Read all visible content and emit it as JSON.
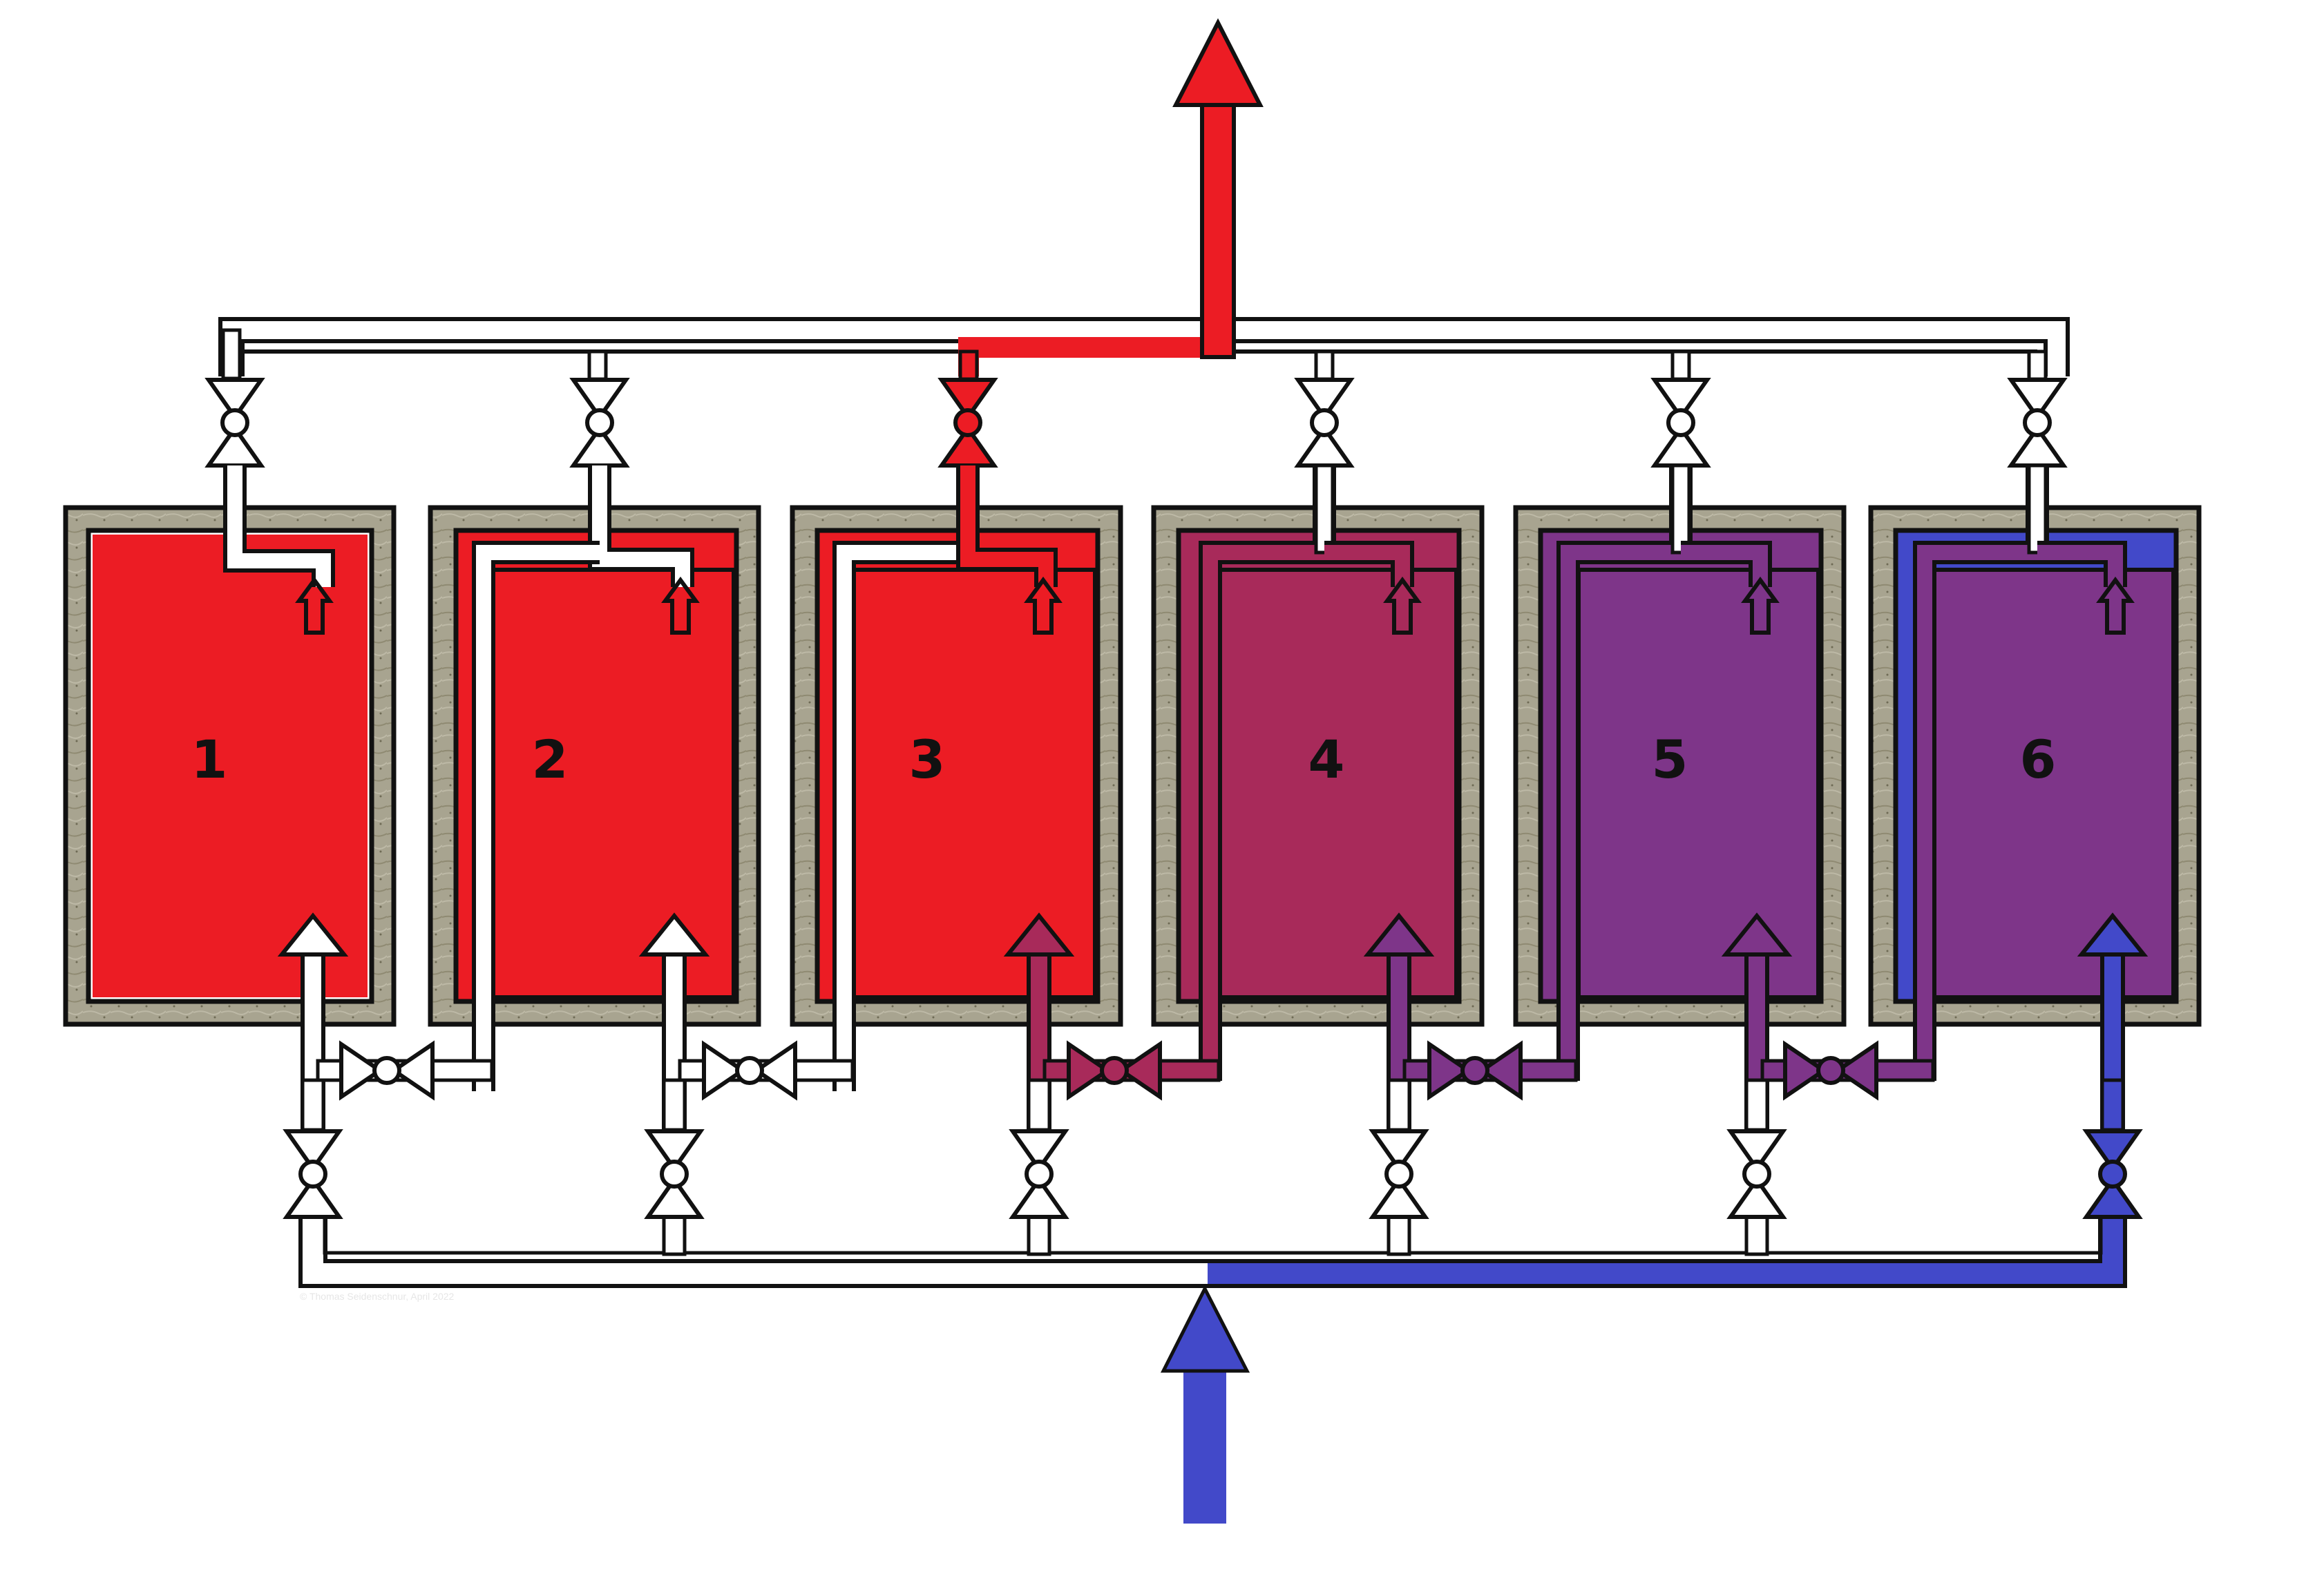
{
  "diagram": {
    "tanks": [
      {
        "id": "1",
        "label": "1",
        "fill": "#ec1c24"
      },
      {
        "id": "2",
        "label": "2",
        "fill": "#ec1c24"
      },
      {
        "id": "3",
        "label": "3",
        "fill": "#ec1c24"
      },
      {
        "id": "4",
        "label": "4",
        "fill": "#a82a5a"
      },
      {
        "id": "5",
        "label": "5",
        "fill": "#7e3589"
      },
      {
        "id": "6",
        "label": "6",
        "fill": "#7e3589"
      }
    ],
    "credit": "© Thomas Seidenschnur, April 2022",
    "colors": {
      "hot": "#ec1c24",
      "cold": "#4249c9",
      "mixed_4": "#a82a5a",
      "mixed_5_6": "#7e3589",
      "insulation": "#a8a490",
      "idle_pipe": "#ffffff",
      "outline": "#111111"
    },
    "flows": {
      "outlet_arrow": "hot",
      "inlet_arrow": "cold",
      "active_top_valve": "3",
      "active_bottom_valve": "6"
    }
  }
}
